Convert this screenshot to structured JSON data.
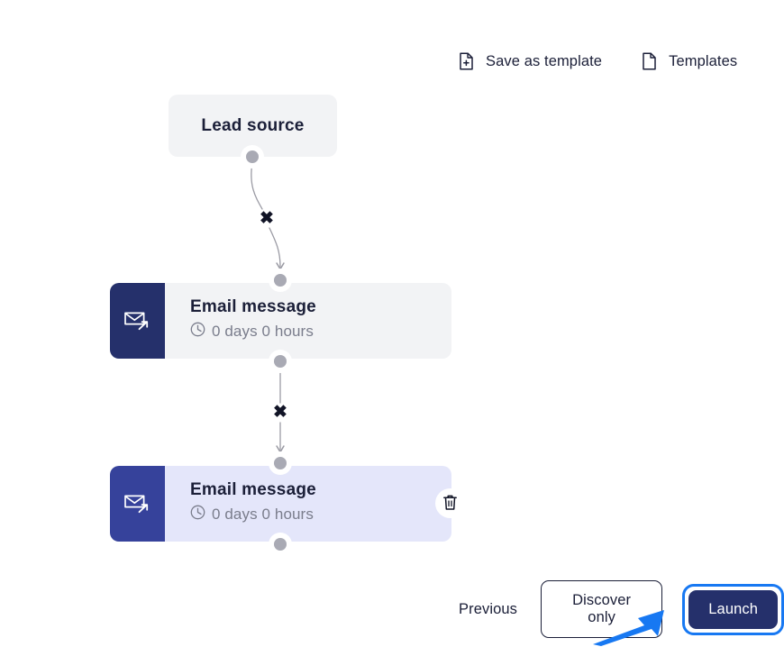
{
  "toolbar": {
    "save_as_template_label": "Save as template",
    "save_as_template_icon": "file-plus-icon",
    "templates_label": "Templates",
    "templates_icon": "file-icon"
  },
  "flow": {
    "nodes": [
      {
        "id": "lead-source",
        "type": "trigger",
        "title": "Lead source",
        "background": "#f2f3f5",
        "selected": false
      },
      {
        "id": "email-message-1",
        "type": "email",
        "title": "Email message",
        "delay": "0 days 0 hours",
        "delay_icon": "clock-icon",
        "icon": "email-send-icon",
        "icon_panel_color": "#25306b",
        "background": "#f2f3f5",
        "selected": false
      },
      {
        "id": "email-message-2",
        "type": "email",
        "title": "Email message",
        "delay": "0 days 0 hours",
        "delay_icon": "clock-icon",
        "icon": "email-send-icon",
        "icon_panel_color": "#36429b",
        "background": "#e4e6fa",
        "selected": true,
        "delete_icon": "trash-icon"
      }
    ],
    "edges": [
      {
        "from": "lead-source",
        "to": "email-message-1",
        "remove_marker": "✖",
        "shape": "curved"
      },
      {
        "from": "email-message-1",
        "to": "email-message-2",
        "remove_marker": "✖",
        "shape": "straight"
      }
    ],
    "connector_dot_color": "#a9aab4",
    "edge_color": "#9b9ba4"
  },
  "footer": {
    "previous_label": "Previous",
    "discover_only_label": "Discover only",
    "launch_label": "Launch",
    "launch_focus_color": "#1778f2",
    "launch_background": "#25306b"
  },
  "annotation": {
    "arrow_color": "#1778f2",
    "points_at": "Launch"
  }
}
